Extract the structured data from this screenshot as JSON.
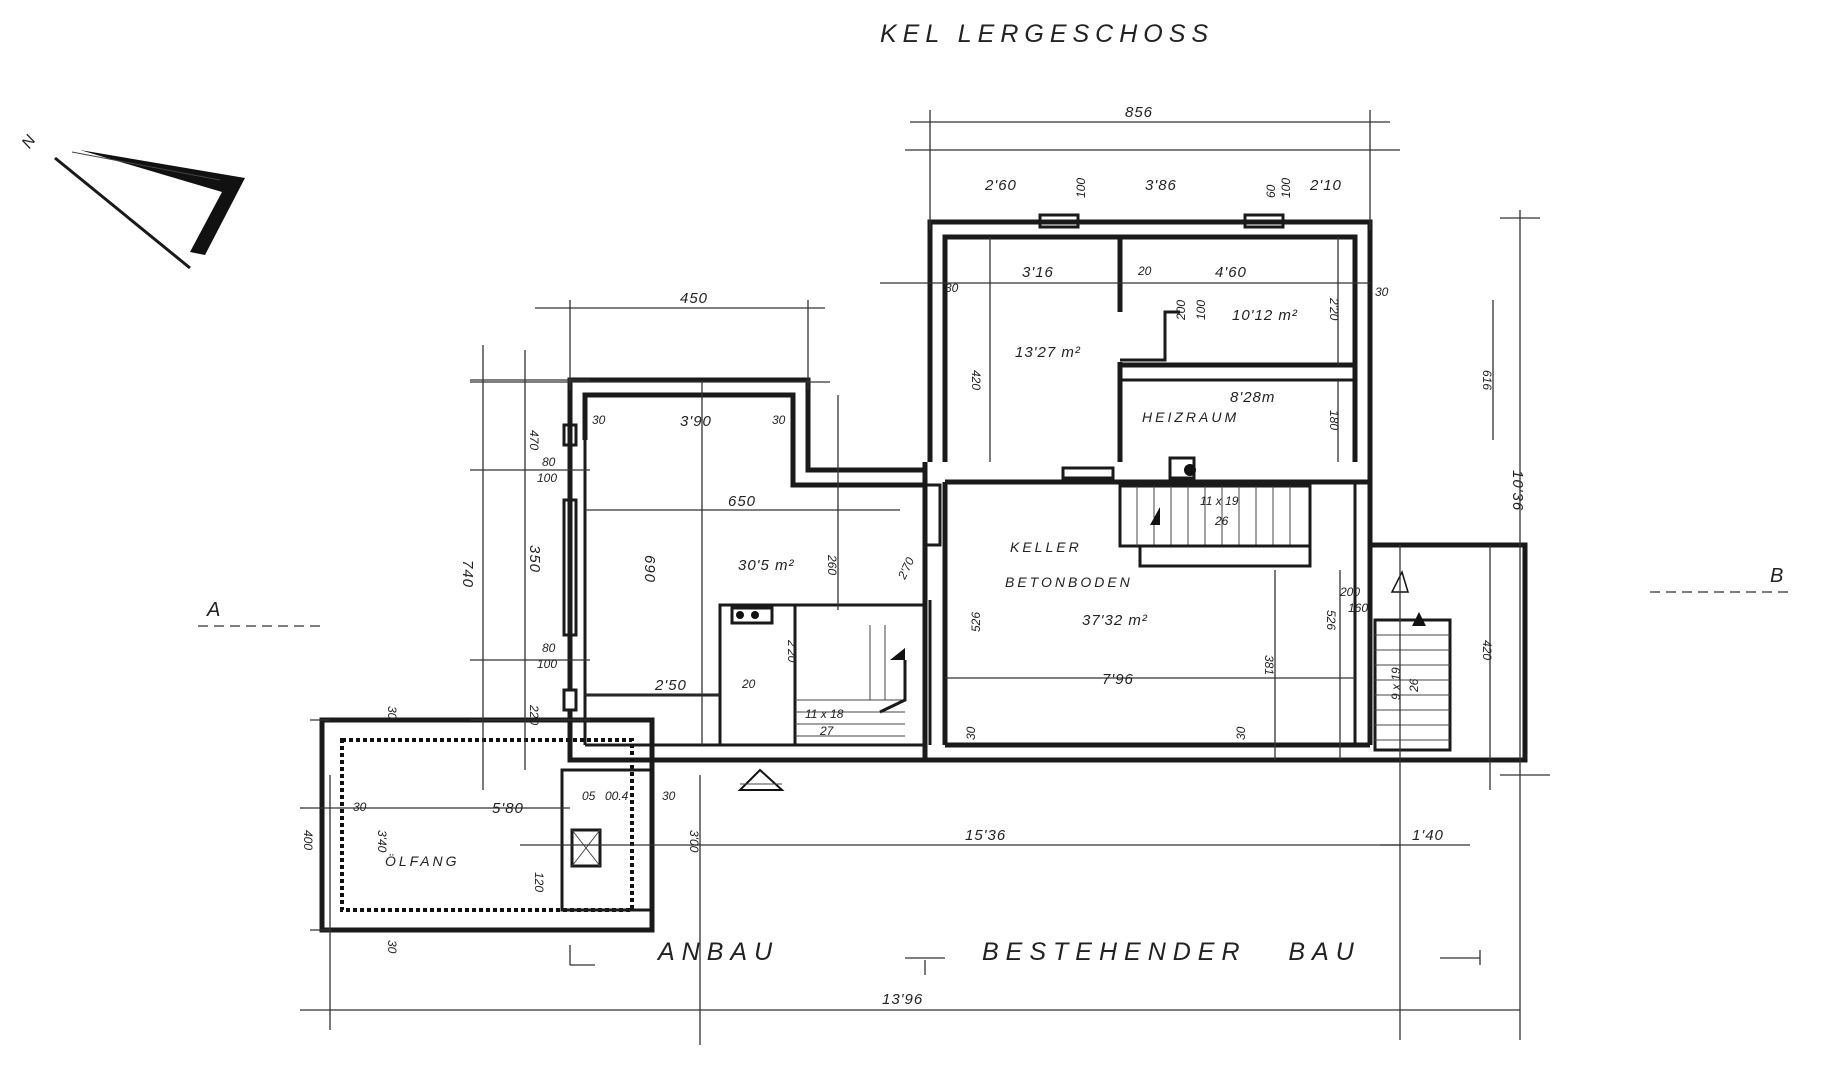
{
  "drawing": {
    "title": "KEL LERGESCHOSS",
    "label_anbau": "ANBAU",
    "label_bestehender_bau": "BESTEHENDER   BAU",
    "north_label": "N",
    "section_a": "A",
    "section_b": "B"
  },
  "rooms": {
    "room_1_area": "13'27 m²",
    "room_2_area": "10'12 m²",
    "heizraum_area": "8'28m",
    "heizraum_label": "HEIZRAUM",
    "keller_label": "KELLER",
    "keller_floor": "BETONBODEN",
    "keller_area": "37'32 m²",
    "anbau_room_area": "30'5 m²",
    "oelfang_label": "ÖLFANG"
  },
  "stairs": {
    "stair_1": "11 x 19",
    "stair_1_count": "26",
    "stair_2": "11 x 18",
    "stair_2_count": "27",
    "stair_3": "9 x 19",
    "stair_3_count": "26"
  },
  "dimensions": {
    "top_total": "856",
    "top_a": "2'60",
    "top_b": "100",
    "top_c": "3'86",
    "top_d": "60",
    "top_e": "100",
    "top_f": "2'10",
    "inner_a": "3'16",
    "inner_b": "20",
    "inner_c": "4'60",
    "w_450": "450",
    "w_390": "3'90",
    "w_650": "650",
    "w_796": "7'96",
    "w_250": "2'50",
    "w_580": "5'80",
    "w_1536": "15'36",
    "w_140": "1'40",
    "w_1396": "13'96",
    "h_470": "470",
    "h_740": "740",
    "h_350": "350",
    "h_220": "220",
    "h_80_top": "80",
    "h_100_top": "100",
    "h_80_bot": "80",
    "h_100_bot": "100",
    "h_690": "690",
    "h_260": "260",
    "h_420": "420",
    "h_180": "180",
    "h_526a": "526",
    "h_381": "381",
    "h_526b": "526",
    "h_616": "616",
    "h_1036": "10'36",
    "h_420b": "420",
    "h_300": "3'00",
    "h_340": "3'40",
    "h_400": "400",
    "h_120": "120",
    "h_270": "2'70",
    "h_220b": "2'20",
    "w_30": "30",
    "w_20": "20",
    "h_200": "200",
    "h_160": "160",
    "h_050": "05",
    "h_004": "00.4"
  }
}
